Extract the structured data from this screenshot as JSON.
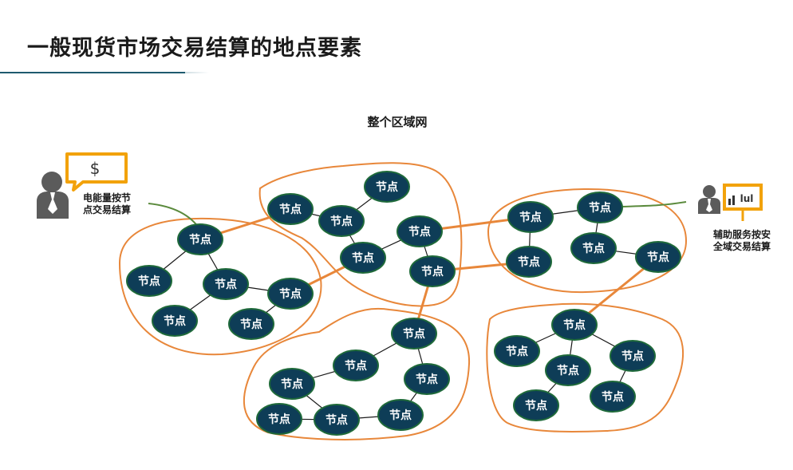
{
  "page": {
    "title": "一般现货市场交易结算的地点要素"
  },
  "diagram": {
    "network_title": "整个区域网",
    "node_label": "节点",
    "left_caption": [
      "电能量按节",
      "点交易结算"
    ],
    "right_caption": [
      "辅助服务按安",
      "全域交易结算"
    ],
    "left_bubble_symbol": "$",
    "right_screen_text": "lul",
    "colors": {
      "node_fill": "#0e3d57",
      "node_edge": "#1f6a3a",
      "region_outline": "#e8873a",
      "inter_link": "#e8873a",
      "callout_line": "#5a8a3c",
      "bubble_border": "#f2a20b",
      "person": "#5b5b5b"
    }
  }
}
